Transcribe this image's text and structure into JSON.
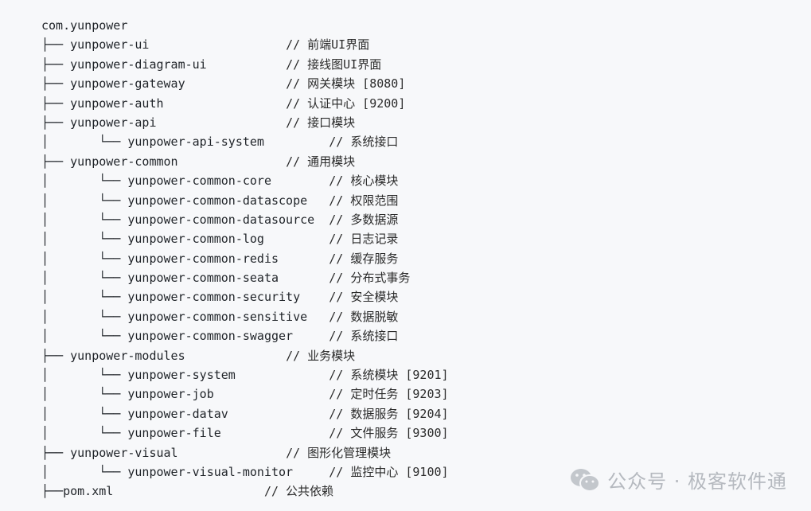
{
  "tree": {
    "root": "com.yunpower",
    "rows": [
      {
        "prefix": "├── ",
        "name": "yunpower-ui",
        "pad": "                   ",
        "comment": "// 前端UI界面"
      },
      {
        "prefix": "├── ",
        "name": "yunpower-diagram-ui",
        "pad": "           ",
        "comment": "// 接线图UI界面"
      },
      {
        "prefix": "├── ",
        "name": "yunpower-gateway",
        "pad": "              ",
        "comment": "// 网关模块 [8080]"
      },
      {
        "prefix": "├── ",
        "name": "yunpower-auth",
        "pad": "                 ",
        "comment": "// 认证中心 [9200]"
      },
      {
        "prefix": "├── ",
        "name": "yunpower-api",
        "pad": "                  ",
        "comment": "// 接口模块"
      },
      {
        "prefix": "│       └── ",
        "name": "yunpower-api-system",
        "pad": "         ",
        "comment": "// 系统接口"
      },
      {
        "prefix": "├── ",
        "name": "yunpower-common",
        "pad": "               ",
        "comment": "// 通用模块"
      },
      {
        "prefix": "│       └── ",
        "name": "yunpower-common-core",
        "pad": "        ",
        "comment": "// 核心模块"
      },
      {
        "prefix": "│       └── ",
        "name": "yunpower-common-datascope",
        "pad": "   ",
        "comment": "// 权限范围"
      },
      {
        "prefix": "│       └── ",
        "name": "yunpower-common-datasource",
        "pad": "  ",
        "comment": "// 多数据源"
      },
      {
        "prefix": "│       └── ",
        "name": "yunpower-common-log",
        "pad": "         ",
        "comment": "// 日志记录"
      },
      {
        "prefix": "│       └── ",
        "name": "yunpower-common-redis",
        "pad": "       ",
        "comment": "// 缓存服务"
      },
      {
        "prefix": "│       └── ",
        "name": "yunpower-common-seata",
        "pad": "       ",
        "comment": "// 分布式事务"
      },
      {
        "prefix": "│       └── ",
        "name": "yunpower-common-security",
        "pad": "    ",
        "comment": "// 安全模块"
      },
      {
        "prefix": "│       └── ",
        "name": "yunpower-common-sensitive",
        "pad": "   ",
        "comment": "// 数据脱敏"
      },
      {
        "prefix": "│       └── ",
        "name": "yunpower-common-swagger",
        "pad": "     ",
        "comment": "// 系统接口"
      },
      {
        "prefix": "├── ",
        "name": "yunpower-modules",
        "pad": "              ",
        "comment": "// 业务模块"
      },
      {
        "prefix": "│       └── ",
        "name": "yunpower-system",
        "pad": "             ",
        "comment": "// 系统模块 [9201]"
      },
      {
        "prefix": "│       └── ",
        "name": "yunpower-job",
        "pad": "                ",
        "comment": "// 定时任务 [9203]"
      },
      {
        "prefix": "│       └── ",
        "name": "yunpower-datav",
        "pad": "              ",
        "comment": "// 数据服务 [9204]"
      },
      {
        "prefix": "│       └── ",
        "name": "yunpower-file",
        "pad": "               ",
        "comment": "// 文件服务 [9300]"
      },
      {
        "prefix": "├── ",
        "name": "yunpower-visual",
        "pad": "               ",
        "comment": "// 图形化管理模块"
      },
      {
        "prefix": "│       └── ",
        "name": "yunpower-visual-monitor",
        "pad": "     ",
        "comment": "// 监控中心 [9100]"
      },
      {
        "prefix": "├──",
        "name": "pom.xml",
        "pad": "                     ",
        "comment": "// 公共依赖"
      }
    ]
  },
  "watermark": {
    "text": "公众号 · 极客软件通"
  }
}
